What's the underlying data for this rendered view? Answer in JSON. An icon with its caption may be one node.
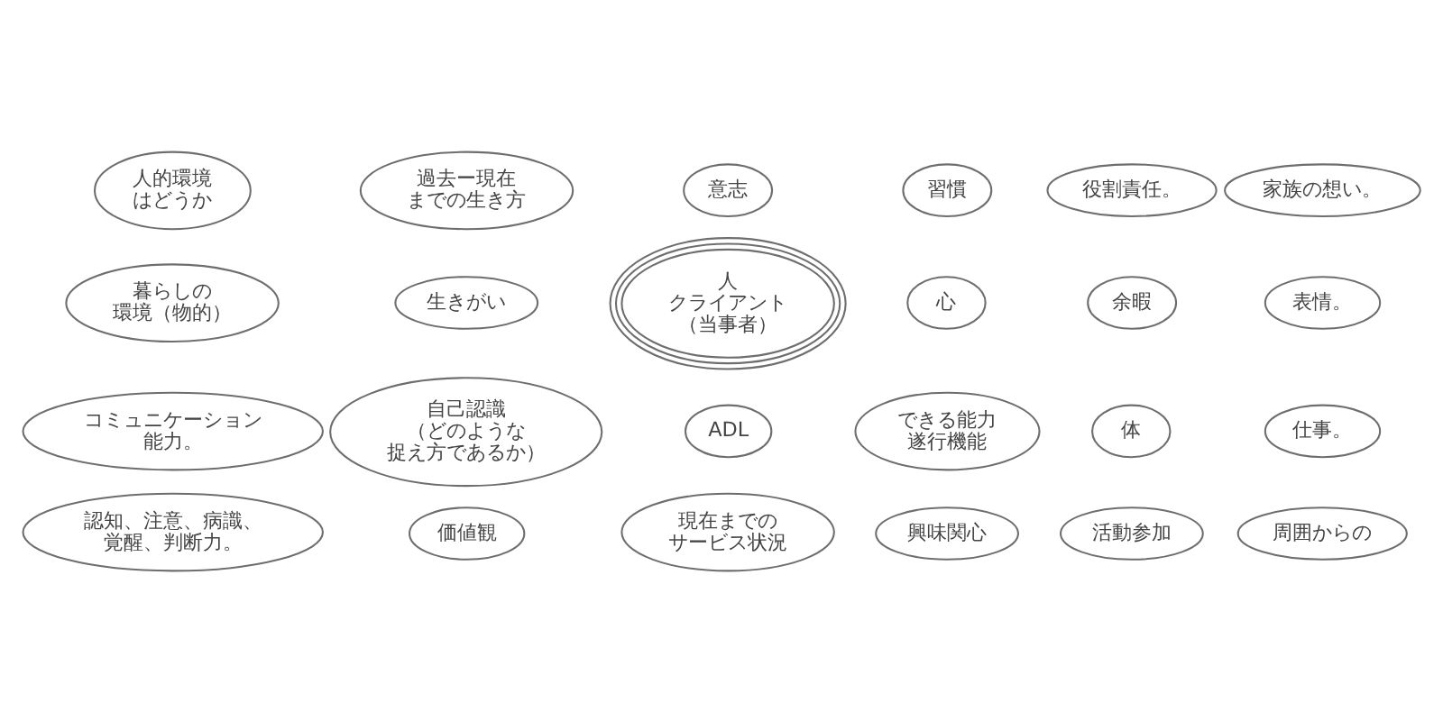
{
  "diagram": {
    "nodes": [
      {
        "text": [
          "過去ー現在までの生き方"
        ]
      },
      {
        "text": [
          "意志"
        ]
      },
      {
        "text": [
          "習慣"
        ]
      },
      {
        "text": [
          "家族の想い。"
        ]
      },
      {
        "text": [
          "人的環境はどうか"
        ]
      },
      {
        "text": [
          "生きがい"
        ]
      },
      {
        "text": [
          "心"
        ]
      },
      {
        "text": [
          "役割責任。"
        ]
      },
      {
        "text": [
          "暮らしの環境（物的）"
        ]
      },
      {
        "text": [
          "人",
          "クライアント（当事者）"
        ]
      },
      {
        "text": [
          "ADL"
        ]
      },
      {
        "text": [
          "体"
        ]
      },
      {
        "text": [
          "余暇"
        ]
      },
      {
        "text": [
          "表情。"
        ]
      },
      {
        "text": [
          "コミュニケーション能力。"
        ]
      },
      {
        "text": [
          "自己認識",
          "（どのような捉え方であるか）"
        ]
      },
      {
        "text": [
          "できる能力",
          "遂行機能"
        ]
      },
      {
        "text": [
          "興味関心"
        ]
      },
      {
        "text": [
          "活動参加"
        ]
      },
      {
        "text": [
          "仕事。"
        ]
      },
      {
        "text": [
          "価値観"
        ]
      },
      {
        "text": [
          "認知、注意、病識、覚醒、判断力。"
        ]
      },
      {
        "text": [
          "現在までのサービス状況"
        ]
      },
      {
        "text": [
          "周囲からの"
        ]
      }
    ]
  }
}
